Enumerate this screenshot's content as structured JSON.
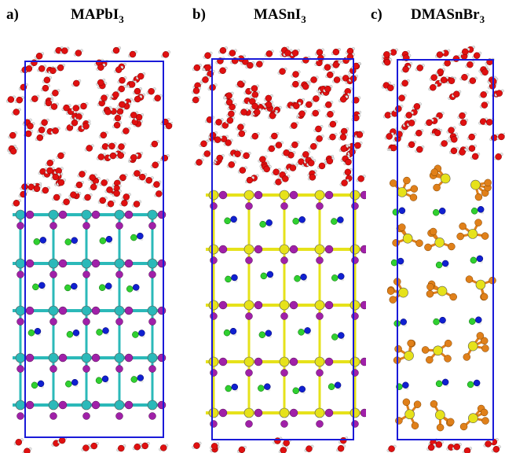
{
  "panels": [
    {
      "letter": "a)",
      "formula": "MAPbI",
      "subscript": "3",
      "metal_color": "#2bb9b9",
      "halide_color": "#a020a8",
      "ordered": true
    },
    {
      "letter": "b)",
      "formula": "MASnI",
      "subscript": "3",
      "metal_color": "#e6e21a",
      "halide_color": "#a020a8",
      "ordered": true
    },
    {
      "letter": "c)",
      "formula": "DMASnBr",
      "subscript": "3",
      "metal_color": "#e6e21a",
      "halide_color": "#e0801a",
      "ordered": false
    }
  ],
  "atom_colors": {
    "oxygen": "#e01010",
    "hydrogen": "#e8e8e8",
    "nitrogen": "#1020d0",
    "carbon": "#30d030",
    "box": "#1a1ad8"
  }
}
